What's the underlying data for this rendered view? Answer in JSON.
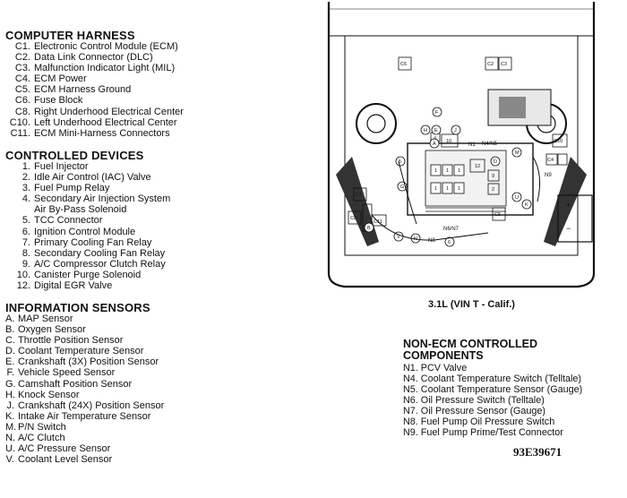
{
  "computer_harness": {
    "title": "COMPUTER HARNESS",
    "items": [
      {
        "code": "C1.",
        "text": "Electronic Control Module (ECM)"
      },
      {
        "code": "C2.",
        "text": "Data Link Connector (DLC)"
      },
      {
        "code": "C3.",
        "text": "Malfunction Indicator Light (MIL)"
      },
      {
        "code": "C4.",
        "text": "ECM Power"
      },
      {
        "code": "C5.",
        "text": "ECM Harness Ground"
      },
      {
        "code": "C6.",
        "text": "Fuse Block"
      },
      {
        "code": "C8.",
        "text": "Right Underhood Electrical Center"
      },
      {
        "code": "C10.",
        "text": "Left Underhood Electrical Center"
      },
      {
        "code": "C11.",
        "text": "ECM Mini-Harness Connectors"
      }
    ]
  },
  "controlled_devices": {
    "title": "CONTROLLED DEVICES",
    "items": [
      {
        "code": "1.",
        "text": "Fuel Injector"
      },
      {
        "code": "2.",
        "text": "Idle Air Control (IAC) Valve"
      },
      {
        "code": "3.",
        "text": "Fuel Pump Relay"
      },
      {
        "code": "4.",
        "text": "Secondary Air Injection System"
      },
      {
        "code": "",
        "text": "Air By-Pass Solenoid"
      },
      {
        "code": "5.",
        "text": "TCC Connector"
      },
      {
        "code": "6.",
        "text": "Ignition Control Module"
      },
      {
        "code": "7.",
        "text": "Primary Cooling Fan Relay"
      },
      {
        "code": "8.",
        "text": "Secondary Cooling Fan Relay"
      },
      {
        "code": "9.",
        "text": "A/C Compressor Clutch Relay"
      },
      {
        "code": "10.",
        "text": "Canister Purge Solenoid"
      },
      {
        "code": "12.",
        "text": "Digital EGR Valve"
      }
    ]
  },
  "information_sensors": {
    "title": "INFORMATION SENSORS",
    "items": [
      {
        "code": "A.",
        "text": "MAP Sensor"
      },
      {
        "code": "B.",
        "text": "Oxygen Sensor"
      },
      {
        "code": "C.",
        "text": "Throttle Position Sensor"
      },
      {
        "code": "D.",
        "text": "Coolant Temperature Sensor"
      },
      {
        "code": "E.",
        "text": "Crankshaft (3X) Position Sensor"
      },
      {
        "code": "F.",
        "text": "Vehicle Speed Sensor"
      },
      {
        "code": "G.",
        "text": "Camshaft Position Sensor"
      },
      {
        "code": "H.",
        "text": "Knock Sensor"
      },
      {
        "code": "J.",
        "text": "Crankshaft (24X) Position Sensor"
      },
      {
        "code": "K.",
        "text": "Intake Air Temperature Sensor"
      },
      {
        "code": "M.",
        "text": "P/N Switch"
      },
      {
        "code": "N.",
        "text": "A/C Clutch"
      },
      {
        "code": "U.",
        "text": "A/C Pressure Sensor"
      },
      {
        "code": "V.",
        "text": "Coolant Level Sensor"
      }
    ]
  },
  "non_ecm": {
    "title_line1": "NON-ECM CONTROLLED",
    "title_line2": "COMPONENTS",
    "items": [
      "N1. PCV Valve",
      "N4. Coolant Temperature Switch (Telltale)",
      "N5. Coolant Temperature Sensor (Gauge)",
      "N6. Oil Pressure Switch (Telltale)",
      "N7. Oil Pressure Sensor (Gauge)",
      "N8. Fuel Pump Oil Pressure Switch",
      "N9. Fuel Pump Prime/Test Connector"
    ]
  },
  "diagram": {
    "engine_label": "3.1L (VIN T  -  Calif.)",
    "figure_id": "93E39671",
    "callouts": {
      "c6": "C6",
      "c2": "C2",
      "c3": "C3",
      "c10": "C10",
      "c4": "C4",
      "c5": "C5",
      "c1": "C1",
      "c8": "C8",
      "c11": "C11",
      "n9": "N9",
      "n1": "N1",
      "n4n5": "N4/N5",
      "n6n7": "N6/N7",
      "n8": "N8",
      "r10": "10",
      "r12": "12",
      "F": "F",
      "H": "H",
      "E": "E",
      "J": "J",
      "G": "G",
      "A": "A",
      "D": "D",
      "M": "M",
      "U": "U",
      "K": "K",
      "B": "B",
      "V": "V",
      "N": "N",
      "n2": "2",
      "n9b": "9",
      "n4": "4",
      "n5": "5",
      "n6": "6",
      "r1a": "1",
      "r1b": "1",
      "r1c": "1",
      "r1d": "1",
      "r1e": "1",
      "r1f": "1",
      "plus": "+",
      "minus": "−"
    }
  }
}
